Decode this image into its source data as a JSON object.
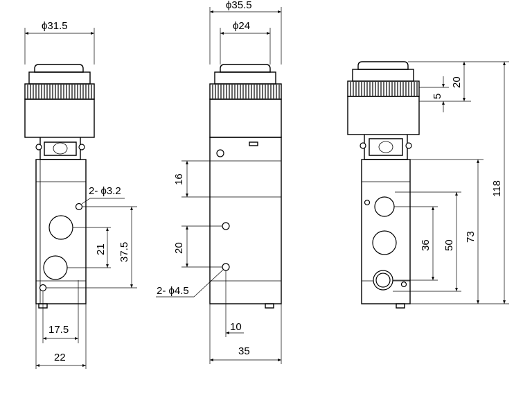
{
  "front_view": {
    "dim_head_diameter": "ϕ31.5",
    "dim_port_spacing": "21",
    "dim_mount_spacing": "37.5",
    "dim_mount_holes": "2- ϕ3.2",
    "dim_offset": "17.5",
    "dim_width": "22"
  },
  "side_view": {
    "dim_head_outer": "ϕ35.5",
    "dim_head_inner": "ϕ24",
    "dim_top_offset": "16",
    "dim_hole_spacing": "20",
    "dim_holes": "2- ϕ4.5",
    "dim_hole_offset": "10",
    "dim_width": "35"
  },
  "right_view": {
    "dim_head_height": "20",
    "dim_knurl_height": "5",
    "dim_total_height": "118",
    "dim_body_height": "73",
    "dim_port_outer": "50",
    "dim_port_inner": "36"
  }
}
